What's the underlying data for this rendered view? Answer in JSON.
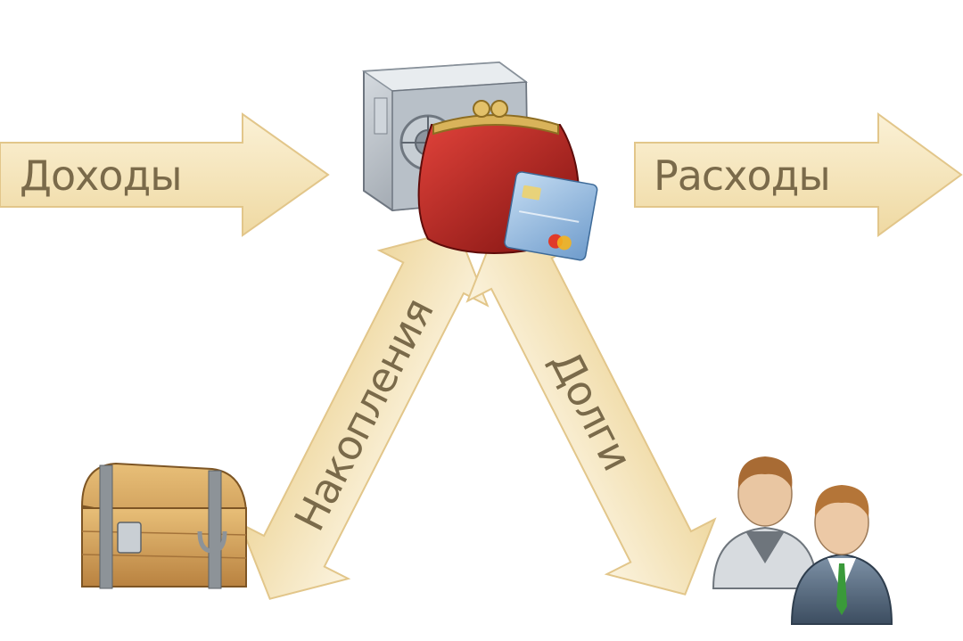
{
  "diagram": {
    "flows": [
      {
        "id": "income",
        "label": "Доходы"
      },
      {
        "id": "expenses",
        "label": "Расходы"
      },
      {
        "id": "savings",
        "label": "Накопления"
      },
      {
        "id": "debts",
        "label": "Долги"
      }
    ],
    "icons": {
      "center": "safe-with-purse-and-card-icon",
      "savings_source": "treasure-chest-icon",
      "debts_source": "two-people-icon"
    },
    "colors": {
      "arrow_fill": "#f3e2b4",
      "arrow_stroke": "#e3c98c",
      "label": "#7a6a4a",
      "purse": "#b3201c",
      "safe": "#9aa3ad",
      "card": "#8fb6dc",
      "chest": "#d6a55c"
    }
  }
}
